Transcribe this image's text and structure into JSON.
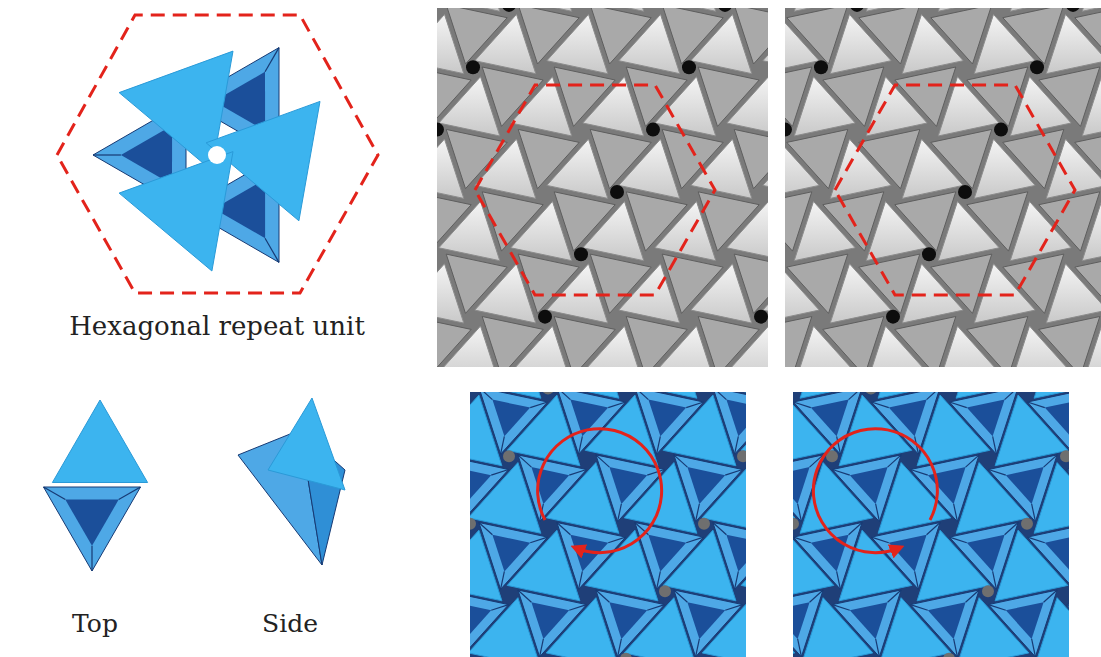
{
  "diagram": {
    "labels": [
      "Hexagonal repeat unit",
      "Top",
      "Side"
    ]
  }
}
